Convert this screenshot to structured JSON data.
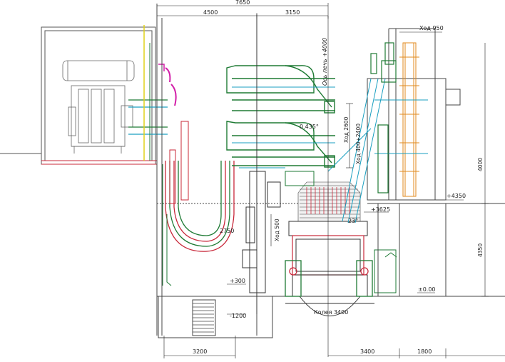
{
  "dimensions": {
    "top_overall": "7650",
    "top_left": "4500",
    "top_right": "3150",
    "bottom_left": "3200",
    "bottom_mid": "3400",
    "bottom_right": "1800",
    "right_height_upper": "4000",
    "right_height_lower": "4350",
    "level_4350": "+4350",
    "level_3625": "+3625",
    "level_0": "±0.00",
    "level_300": "+300",
    "level_minus1200": "-1200",
    "radius": "2750",
    "angle": "23°",
    "angle2": "0.435°",
    "electrode_stroke": "Ход 2600",
    "electrode_stroke_alt": "Ход 400+2400",
    "stroke_500": "Ход 500",
    "stroke_950": "Ход 950",
    "furnace_axis": "Ось печь +4000",
    "track": "Колея 3400"
  },
  "colors": {
    "structure": "#3a3a3a",
    "electrode_arm": "#1e7a34",
    "cable": "#c8283a",
    "hydraulic": "#1a9fc0",
    "elevator": "#e08a1e",
    "accent_magenta": "#d21fa8",
    "accent_yellow": "#e0d21a"
  }
}
